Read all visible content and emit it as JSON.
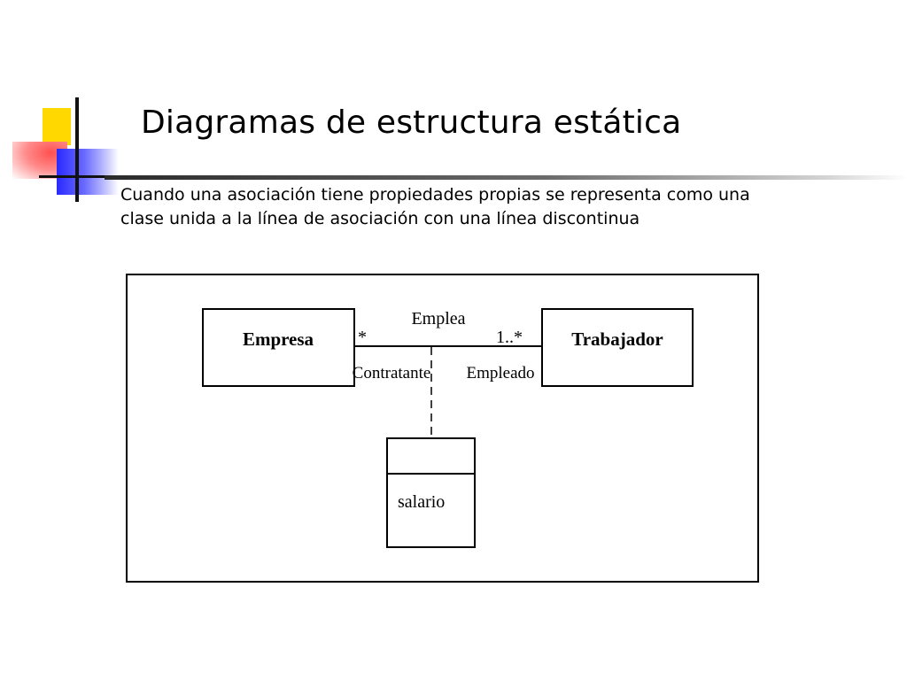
{
  "slide": {
    "title": "Diagramas de estructura estática",
    "subtitle": "Cuando una asociación tiene propiedades propias se representa como una clase unida a la línea de asociación con una línea discontinua"
  },
  "diagram": {
    "classes": {
      "left": "Empresa",
      "right": "Trabajador",
      "association_class_attribute": "salario"
    },
    "association": {
      "name": "Emplea",
      "left_multiplicity": "*",
      "right_multiplicity": "1..*",
      "left_role": "Contratante",
      "right_role": "Empleado"
    }
  },
  "colors": {
    "deco_yellow": "#ffd800",
    "deco_red": "#ff3b3b",
    "deco_blue": "#3333ff"
  }
}
